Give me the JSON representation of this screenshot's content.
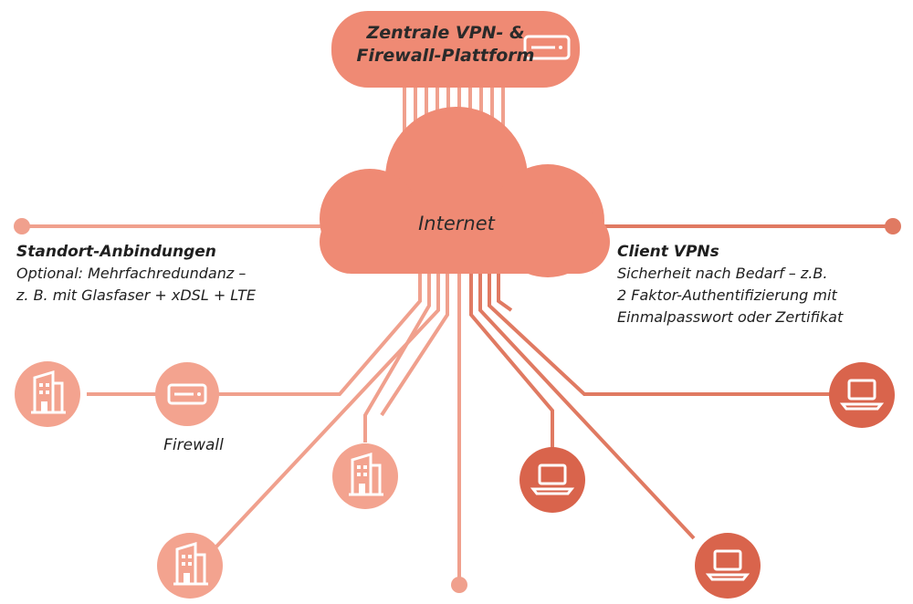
{
  "platform": {
    "title_line1": "Zentrale VPN- &",
    "title_line2": "Firewall-Plattform",
    "icon": "firewall-appliance-icon"
  },
  "cloud": {
    "label": "Internet",
    "icon": "cloud-shape"
  },
  "site_connections": {
    "heading": "Standort-Anbindungen",
    "line1": "Optional: Mehrfachredundanz –",
    "line2": "z. B. mit Glasfaser + xDSL + LTE"
  },
  "client_vpns": {
    "heading": "Client VPNs",
    "line1": "Sicherheit nach Bedarf – z.B.",
    "line2": "2 Faktor-Authentifizierung mit",
    "line3": "Einmalpasswort oder Zertifikat"
  },
  "firewall_node": {
    "label": "Firewall",
    "icon": "firewall-appliance-icon"
  },
  "icons": {
    "building": "building-icon",
    "laptop": "laptop-icon"
  },
  "colors": {
    "accent": "#ef8a74",
    "accent_dark": "#d9644c",
    "line": "#f0a08d",
    "line_dark": "#e07a62",
    "text": "#1f1f1f"
  }
}
